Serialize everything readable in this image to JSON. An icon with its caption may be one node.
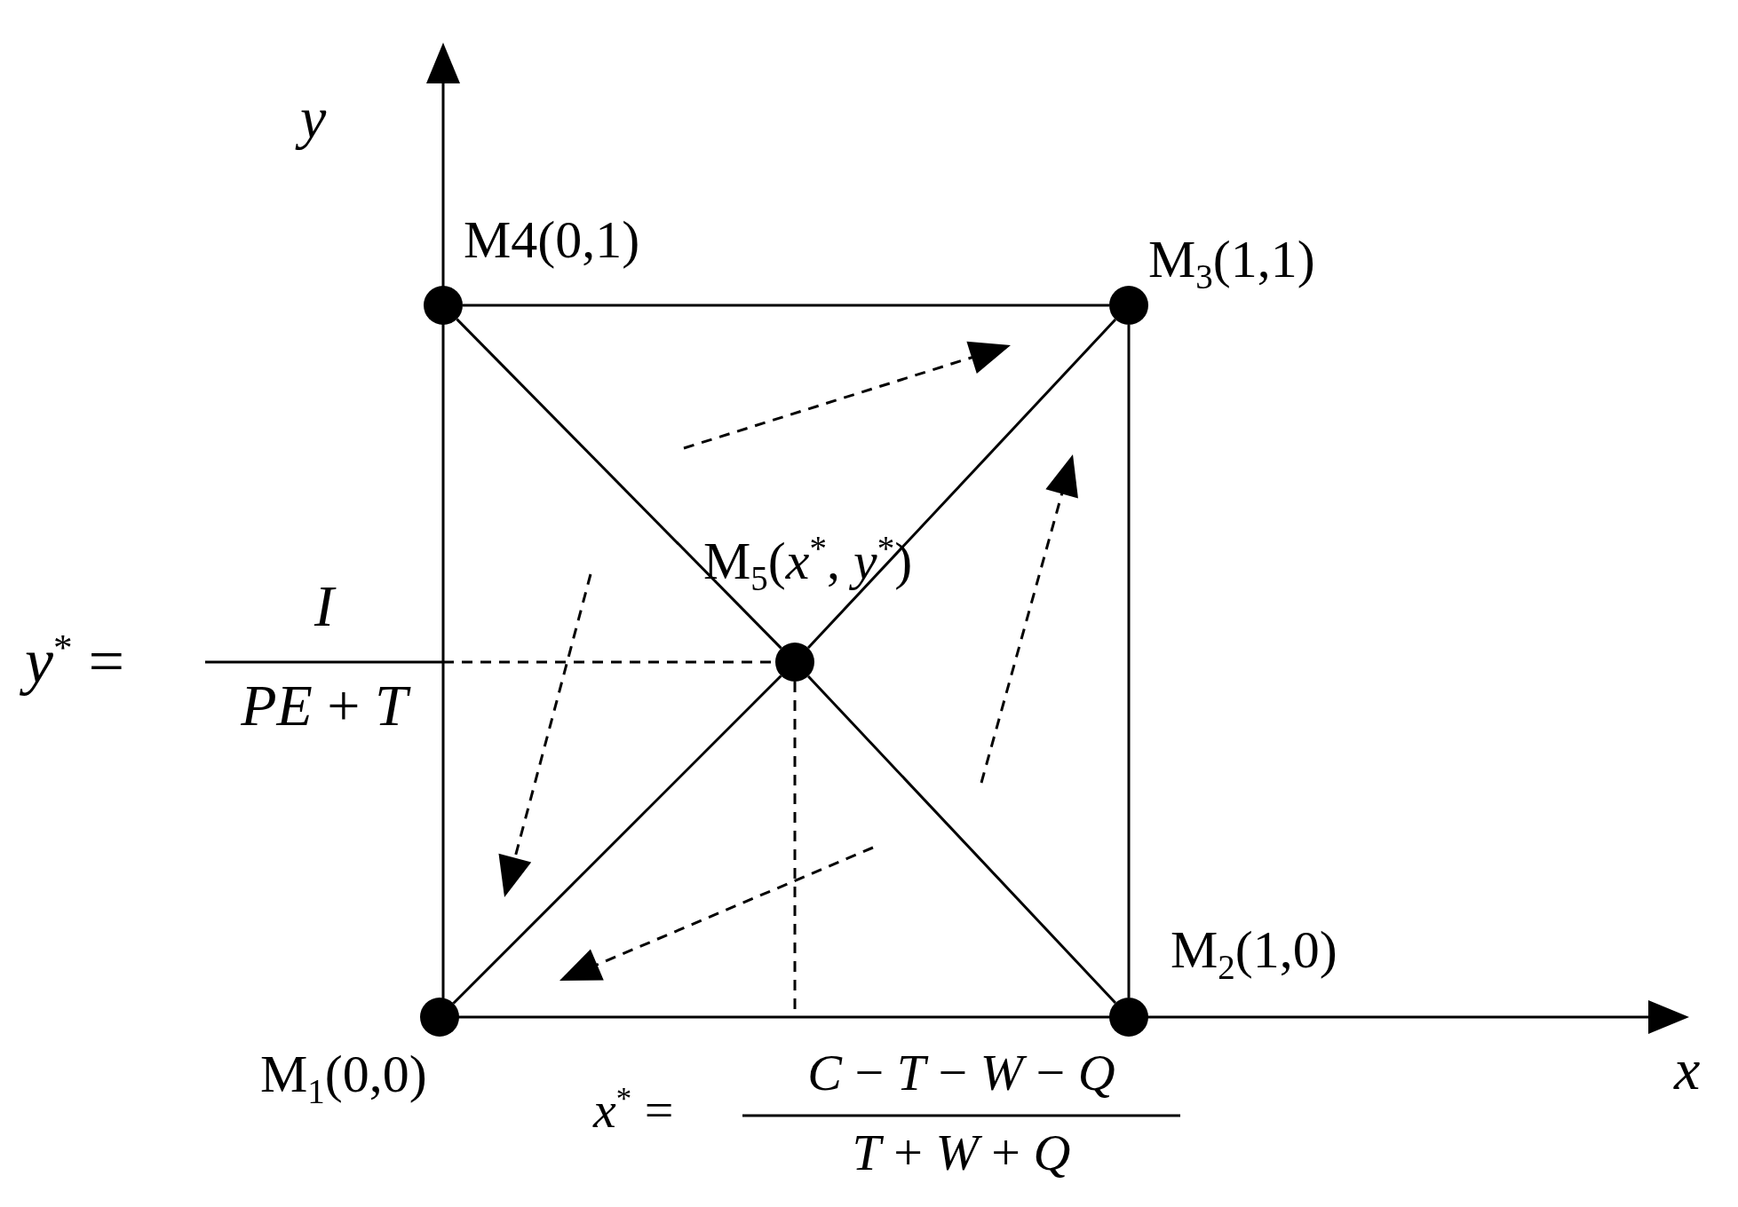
{
  "diagram": {
    "nodes": [
      {
        "text": [],
        "shape": "circle",
        "beside": [
          "M$_{1}$(0,0)"
        ]
      },
      {
        "text": [],
        "shape": "circle",
        "beside": [
          "M$_{2}$(1,0)"
        ]
      },
      {
        "text": [],
        "shape": "circle",
        "beside": [
          "M$_{3}$(1,1)"
        ]
      },
      {
        "text": [],
        "shape": "circle",
        "beside": [
          "M4(0,1)"
        ]
      },
      {
        "text": [],
        "shape": "circle",
        "beside": [
          "M$_{5}$(*x*$^{*}$, *y*$^{*}$)"
        ]
      }
    ],
    "edges": [
      {
        "from": 3,
        "to": 2,
        "arrow": "none"
      },
      {
        "from": 2,
        "to": 1,
        "arrow": "none"
      },
      {
        "from": 3,
        "to": 4,
        "arrow": "none"
      },
      {
        "from": 4,
        "to": 1,
        "arrow": "none"
      },
      {
        "from": 0,
        "to": 4,
        "arrow": "none"
      },
      {
        "from": 4,
        "to": 2,
        "arrow": "none"
      }
    ],
    "labels": [
      "y",
      "x",
      "*y*$^{*}$ =",
      "I",
      "*PE* + *T*",
      "*x*$^{*}$ =",
      "*C* − *T* − *W* − *Q*",
      "*T* + *W* + *Q*"
    ]
  }
}
